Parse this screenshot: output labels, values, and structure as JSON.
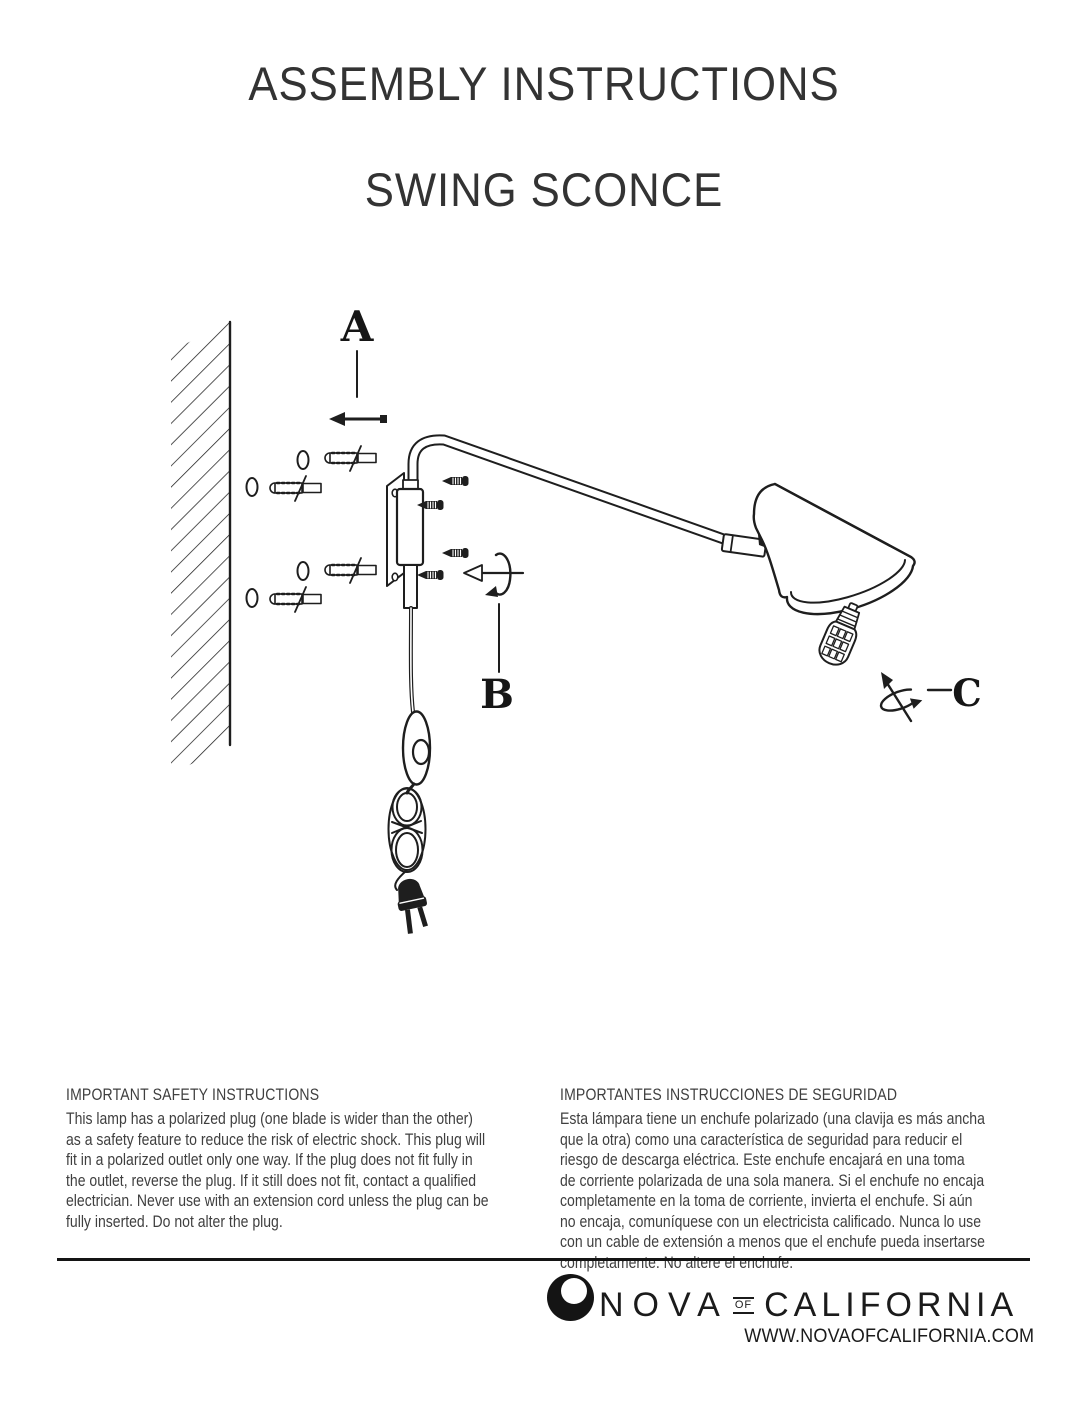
{
  "page": {
    "title": "ASSEMBLY INSTRUCTIONS",
    "subtitle": "SWING SCONCE"
  },
  "diagram": {
    "labels": {
      "a": "A",
      "b": "B",
      "c": "C"
    },
    "parts": [
      "wall",
      "drill-holes",
      "wall-anchors",
      "mounting-plate",
      "mounting-screws",
      "swing-arm",
      "swivel-housing",
      "lamp-shade",
      "light-bulb",
      "inline-switch",
      "power-cord-coil",
      "power-plug"
    ]
  },
  "safety_en": {
    "heading": "IMPORTANT SAFETY INSTRUCTIONS",
    "lines": [
      "This lamp has a polarized plug (one blade is wider than the other)",
      "as a safety feature to reduce the risk of electric shock. This plug will",
      "fit in a polarized outlet only one way. If the plug does not fit fully in",
      "the outlet, reverse the plug. If it still does not fit, contact a qualified",
      "electrician. Never use with an extension cord unless the plug can be",
      "fully inserted. Do not alter the plug."
    ]
  },
  "safety_es": {
    "heading": "IMPORTANTES INSTRUCCIONES DE SEGURIDAD",
    "lines": [
      "Esta lámpara tiene un enchufe polarizado (una clavija es más ancha",
      "que la otra) como una característica de seguridad para reducir el",
      "riesgo de descarga eléctrica. Este enchufe encajará en una toma",
      "de corriente polarizada de una sola manera. Si el enchufe no encaja",
      "completamente en la toma de corriente, invierta el enchufe. Si aún",
      "no encaja, comuníquese con un electricista calificado. Nunca lo use",
      "con un cable de extensión a menos que el enchufe pueda insertarse",
      "completamente. No altere el enchufe."
    ]
  },
  "footer": {
    "brand_word1": "NOVA",
    "brand_of": "OF",
    "brand_word2": "CALIFORNIA",
    "website": "WWW.NOVAOFCALIFORNIA.COM"
  },
  "colors": {
    "ink_text": "#3f3f3f",
    "title_text": "#333333",
    "line_art": "#1e1e1e",
    "brand_black": "#141414"
  }
}
